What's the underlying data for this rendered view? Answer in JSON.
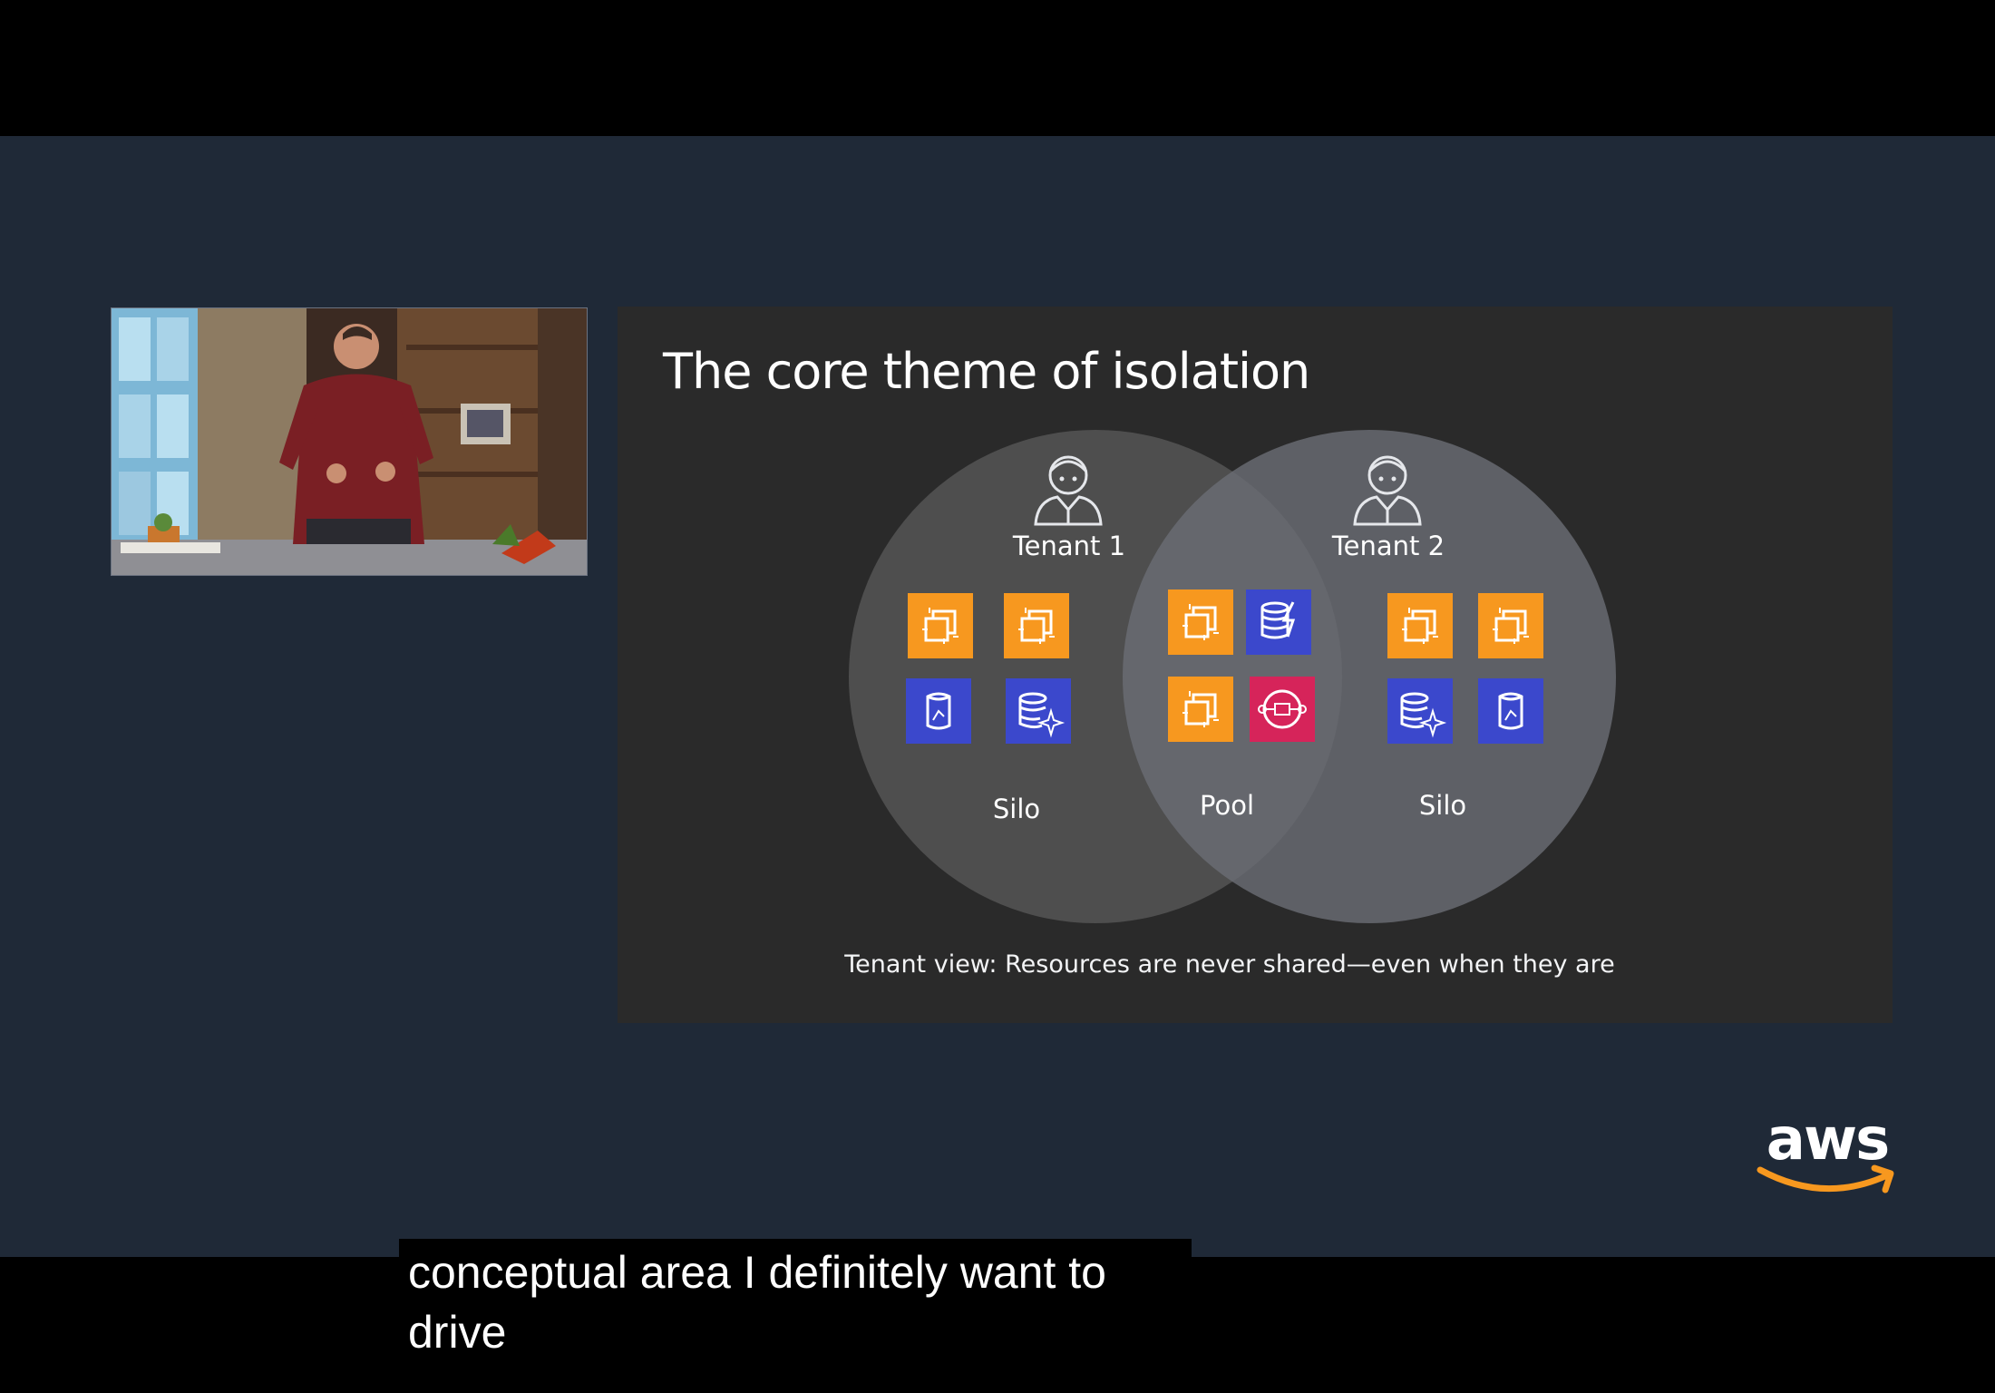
{
  "slide": {
    "title": "The core theme of isolation",
    "tenant_1_label": "Tenant 1",
    "tenant_2_label": "Tenant 2",
    "silo_left_label": "Silo",
    "pool_label": "Pool",
    "silo_right_label": "Silo",
    "caption": "Tenant view: Resources are never shared—even when they are",
    "icons": [
      "compute-icon",
      "database-icon",
      "database-cache-icon",
      "queue-icon",
      "user-icon"
    ],
    "colors": {
      "compute": "#f7981f",
      "storage": "#3b48cc",
      "queue": "#d6245a"
    }
  },
  "logo": {
    "text": "aws"
  },
  "subtitles": {
    "line1": "conceptual area I definitely want to",
    "line2": "drive"
  }
}
